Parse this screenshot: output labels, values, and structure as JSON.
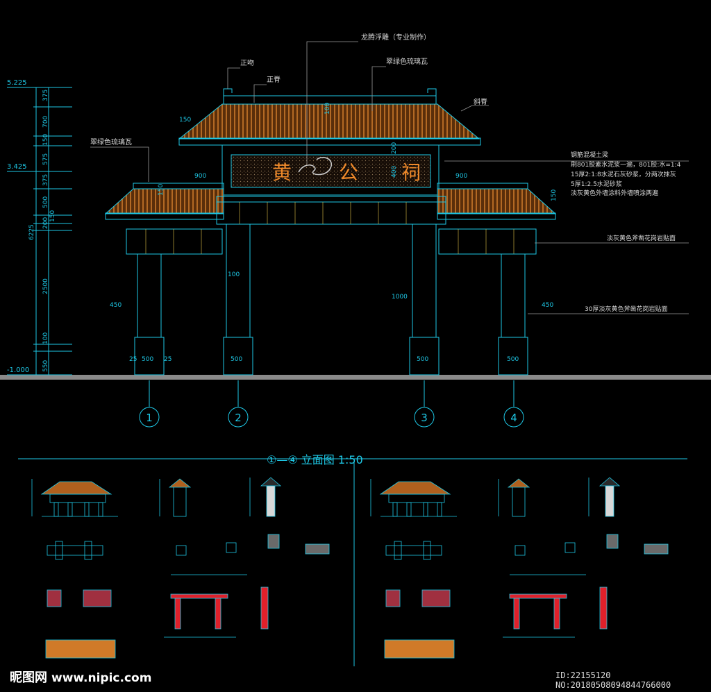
{
  "drawing": {
    "title": "①—④  立面图  1:50",
    "plaque": {
      "chars": [
        "黄",
        "公",
        "祠"
      ]
    },
    "callouts": {
      "dragon": "龙腾浮雕（专业制作）",
      "ridge_end": "正吻",
      "main_ridge": "正脊",
      "green_tile_top": "翠绿色琉璃瓦",
      "hip_ridge": "斜脊",
      "green_tile_side": "翠绿色琉璃瓦",
      "rc_beam": "钢筋混凝土梁",
      "layer1": "刷801胶素水泥浆一遍，801胶:水=1:4",
      "layer2": "15厚2:1:8水泥石灰砂浆，分两次抹灰",
      "layer3": "5厚1:2.5水泥砂浆",
      "layer4": "淡灰黄色外墙涂料外墙喷涂两遍",
      "granite_face": "淡灰黄色斧凿花岗岩贴面",
      "granite_30": "30厚淡灰黄色斧凿花岗岩贴面"
    },
    "elevations": [
      "5.225",
      "3.425",
      "-1.000"
    ],
    "vertical_dims": [
      "375",
      "700",
      "150",
      "575",
      "375",
      "500",
      "200",
      "150",
      "2500",
      "100",
      "550",
      "6225"
    ],
    "small_dims": [
      "150",
      "900",
      "100",
      "450",
      "500",
      "25",
      "200",
      "400",
      "1000"
    ],
    "axes": [
      "1",
      "2",
      "3",
      "4"
    ]
  },
  "watermark": {
    "logo": "昵图网",
    "site": "www.nipic.com",
    "id": "ID:22155120 NO:20180508094844766000"
  },
  "colors": {
    "bg": "#000000",
    "line": "#1ec8e6",
    "roof": "#c06a20",
    "text": "#d8d8d8",
    "red": "#e0202a",
    "gold": "#f08a2a"
  }
}
